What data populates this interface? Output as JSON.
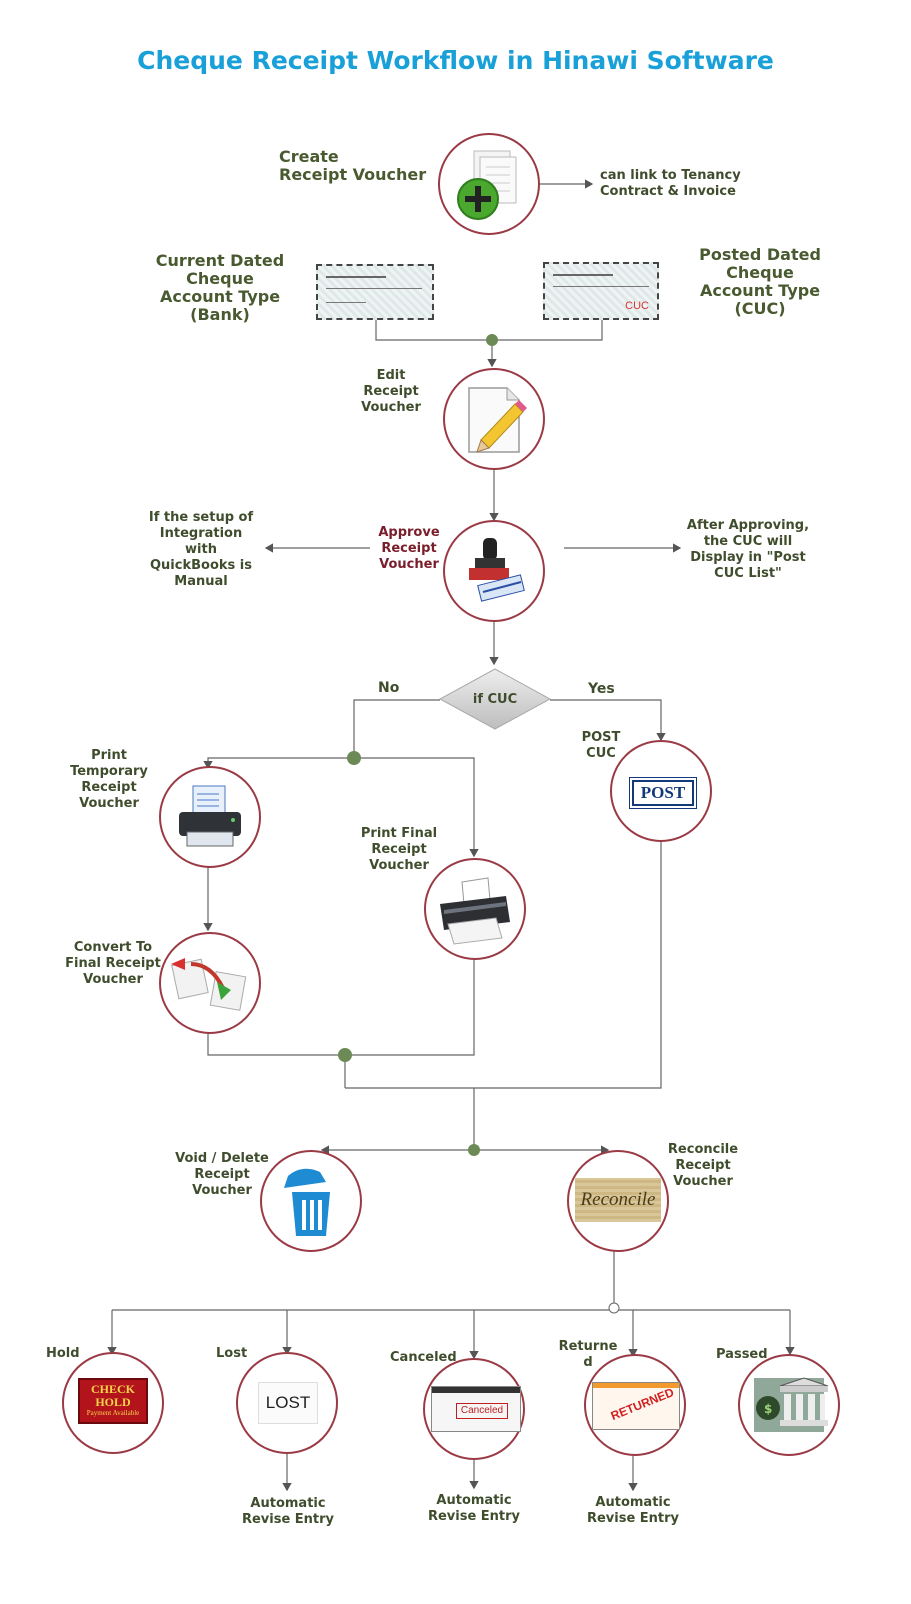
{
  "title": "Cheque Receipt Workflow in Hinawi Software",
  "labels": {
    "create": "Create\nReceipt Voucher",
    "link_note": "can link to Tenancy\nContract & Invoice",
    "current_dated": "Current Dated\nCheque\nAccount Type\n(Bank)",
    "posted_dated": "Posted Dated\nCheque\nAccount Type\n(CUC)",
    "cuc_stamp": "CUC",
    "edit": "Edit\nReceipt\nVoucher",
    "approve": "Approve\nReceipt\nVoucher",
    "quickbooks_note": "If the setup of\nIntegration\nwith\nQuickBooks is\nManual",
    "post_cuc_note": "After Approving,\nthe CUC will\nDisplay in \"Post\nCUC List\"",
    "decision": "if CUC",
    "no": "No",
    "yes": "Yes",
    "post_cuc": "POST\nCUC",
    "post_badge": "POST",
    "print_temp": "Print\nTemporary\nReceipt\nVoucher",
    "print_final": "Print Final\nReceipt\nVoucher",
    "convert": "Convert To\nFinal Receipt\nVoucher",
    "void": "Void / Delete\nReceipt\nVoucher",
    "reconcile": "Reconcile\nReceipt\nVoucher",
    "reconcile_img": "Reconcile",
    "hold": "Hold",
    "lost": "Lost",
    "canceled": "Canceled",
    "returned": "Returne\nd",
    "passed": "Passed",
    "check_hold_1": "CHECK",
    "check_hold_2": "HOLD",
    "check_hold_3": "Payment Available",
    "lost_img": "LOST",
    "canceled_img": "Canceled",
    "returned_img": "RETURNED",
    "auto1": "Automatic\nRevise Entry",
    "auto2": "Automatic\nRevise Entry",
    "auto3": "Automatic\nRevise Entry"
  },
  "colors": {
    "title": "#1aa0d8",
    "node_border": "#9a3a44",
    "connector": "#5a5a5a",
    "junction": "#6b8a55"
  }
}
